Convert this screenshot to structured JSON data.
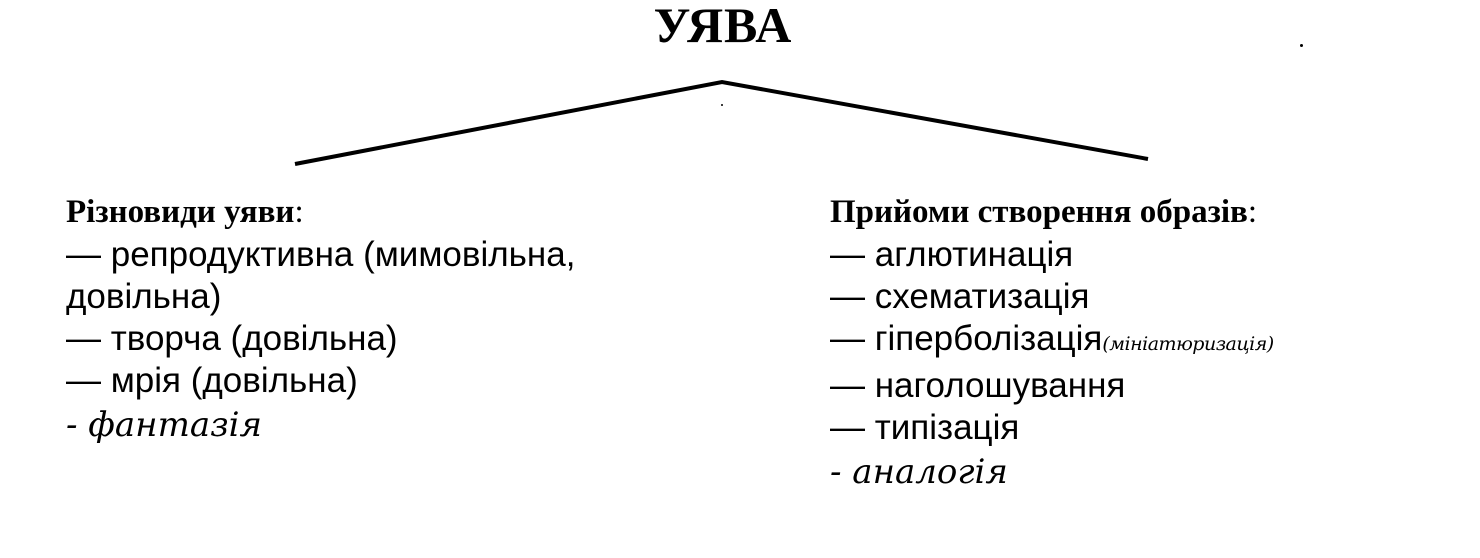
{
  "title": "УЯВА",
  "left": {
    "heading": "Різновиди уяви",
    "items": [
      "— репродуктивна (мимовільна, довільна)",
      "— творча (довільна)",
      "— мрія (довільна)"
    ],
    "handwritten": "- фантазія"
  },
  "right": {
    "heading": "Прийоми створення образів",
    "items": [
      "— аглютинація",
      "— схематизація",
      "— гіперболізація",
      "— наголошування",
      "— типізація"
    ],
    "handwritten_note": "(мініатюризація)",
    "handwritten": "- аналогія"
  },
  "colon": ":"
}
